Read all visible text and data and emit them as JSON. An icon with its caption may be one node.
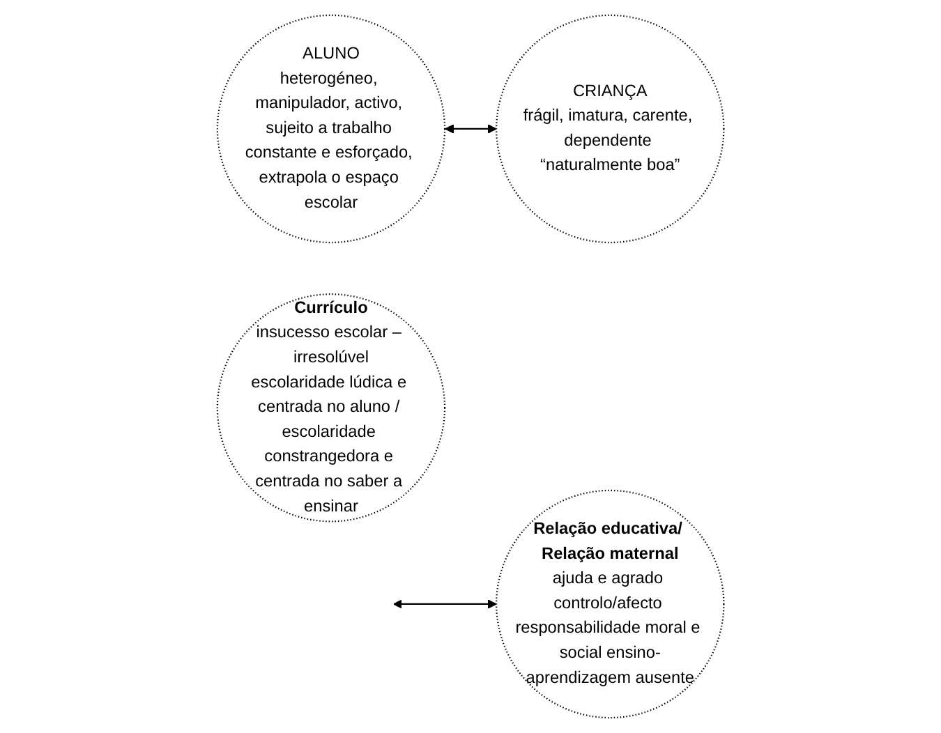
{
  "diagram": {
    "nodes": [
      {
        "text": [
          "ALUNO",
          "heterogéneo, manipulador, activo, sujeito a trabalho constante e esforçado, extrapola o espaço escolar"
        ]
      },
      {
        "text": [
          "CRIANÇA",
          "frágil, imatura, carente, dependente “naturalmente boa”"
        ]
      },
      {
        "text": [
          "Currículo",
          "insucesso escolar – irresolúvel",
          "escolaridade lúdica e centrada no aluno / escolaridade constrangedora e centrada no saber a ensinar"
        ]
      },
      {
        "text": [
          "Relação educativa/ Relação maternal",
          "ajuda e agrado controlo/afecto responsabilidade moral e social ensino-aprendizagem ausente"
        ]
      }
    ],
    "edges": [
      {
        "from": 0,
        "to": 1,
        "arrow": "both"
      },
      {
        "from": null,
        "to": 3,
        "arrow": "both"
      }
    ]
  }
}
